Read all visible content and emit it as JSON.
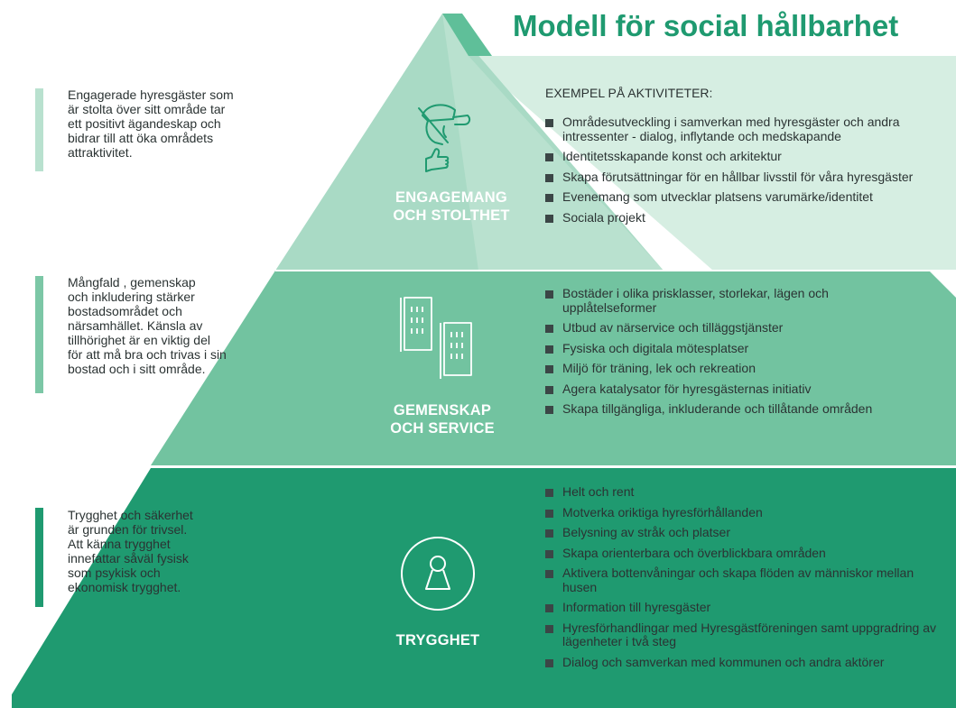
{
  "title": "Modell för social hållbarhet",
  "colors": {
    "title": "#1f9a70",
    "layer_top": "#a7d9c4",
    "layer_mid": "#6cc19c",
    "layer_bottom": "#1f9a70",
    "right_band_top": "#d3ecdf",
    "bar_top": "#b9e1cf",
    "bar_mid": "#7cc7a6",
    "bar_bottom": "#1f9a70"
  },
  "examples_heading": "EXEMPEL PÅ AKTIVITETER:",
  "layers": [
    {
      "label_line1": "ENGAGEMANG",
      "label_line2": "OCH STOLTHET",
      "icon": "hat-thumbs-up-person-icon",
      "description": [
        "Engagerade hyresgäster som",
        "är stolta över sitt område tar",
        "ett positivt ägandeskap och",
        "bidrar till att öka områdets",
        "attraktivitet."
      ],
      "items": [
        "Områdesutveckling i samverkan med hyresgäster och andra intressenter - dialog, inflytande och medskapande",
        "Identitetsskapande konst och arkitektur",
        "Skapa förutsättningar för en hållbar livsstil för våra hyresgäster",
        "Evenemang som utvecklar platsens varumärke/identitet",
        "Sociala projekt"
      ]
    },
    {
      "label_line1": "GEMENSKAP",
      "label_line2": "OCH SERVICE",
      "icon": "buildings-icon",
      "description": [
        "Mångfald , gemenskap",
        "och inkludering stärker",
        "bostadsområdet och",
        "närsamhället. Känsla av",
        "tillhörighet är en viktig del",
        "för att må bra och trivas i sin",
        "bostad och i sitt område."
      ],
      "items": [
        "Bostäder i olika prisklasser, storlekar, lägen och upplåtelseformer",
        "Utbud av närservice och tilläggstjänster",
        "Fysiska och digitala mötesplatser",
        "Miljö för träning, lek och rekreation",
        "Agera katalysator för hyresgästernas initiativ",
        "Skapa tillgängliga, inkluderande och tillåtande områden"
      ]
    },
    {
      "label_line1": "TRYGGHET",
      "label_line2": "",
      "icon": "keyhole-icon",
      "description": [
        "Trygghet och säkerhet",
        "är grunden för trivsel.",
        "Att känna trygghet",
        "innefattar såväl fysisk",
        "som psykisk och",
        "ekonomisk trygghet."
      ],
      "items": [
        "Helt och rent",
        "Motverka oriktiga hyresförhållanden",
        "Belysning av stråk och platser",
        "Skapa orienterbara och överblickbara områden",
        "Aktivera bottenvåningar och skapa flöden av människor mellan husen",
        "Information till hyresgäster",
        "Hyresförhandlingar med Hyresgästföreningen samt uppgradring av lägenheter i två steg",
        "Dialog och samverkan med kommunen och andra aktörer"
      ]
    }
  ]
}
